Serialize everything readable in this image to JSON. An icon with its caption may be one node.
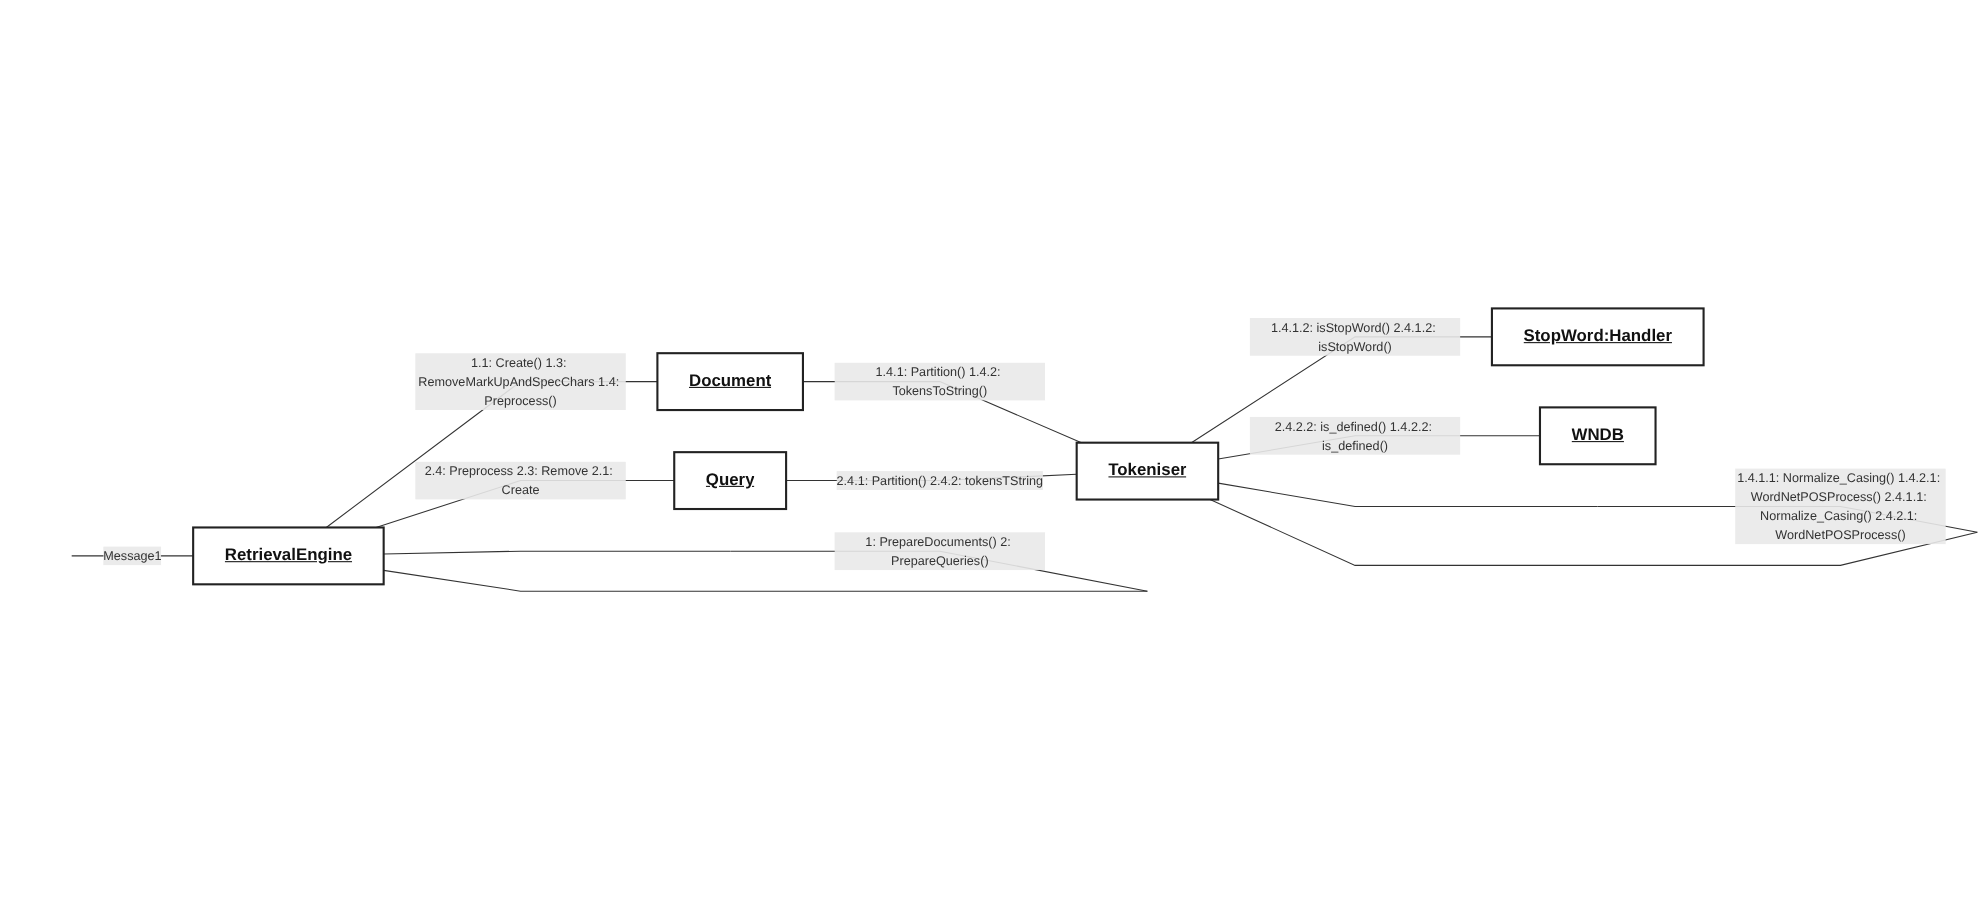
{
  "diagram": {
    "nodes": [
      {
        "text": [
          "RetrievalEngine"
        ]
      },
      {
        "text": [
          "Document"
        ]
      },
      {
        "text": [
          "Tokeniser"
        ]
      },
      {
        "text": [
          "StopWord:Handler"
        ]
      },
      {
        "text": [
          "Query"
        ]
      },
      {
        "text": [
          "WNDB"
        ]
      }
    ],
    "edges": [
      {
        "from": null,
        "to": 0,
        "arrow": "none",
        "label": "Message1"
      },
      {
        "from": 0,
        "to": 0,
        "arrow": "none",
        "label": "1: PrepareDocuments() 2: PrepareQueries()"
      },
      {
        "from": 0,
        "to": 1,
        "arrow": "none",
        "label": "1.1: Create() 1.3: RemoveMarkUpAndSpecChars 1.4: Preprocess()"
      },
      {
        "from": 1,
        "to": 2,
        "arrow": "none",
        "label": "1.4.1: Partition() 1.4.2: TokensToString()"
      },
      {
        "from": 2,
        "to": 2,
        "arrow": "none",
        "label": "1.4.1.1: Normalize_Casing() 1.4.2.1: WordNetPOSProcess() 2.4.1.1: Normalize_Casing() 2.4.2.1: WordNetPOSProcess()"
      },
      {
        "from": 2,
        "to": 3,
        "arrow": "none",
        "label": "1.4.1.2: isStopWord() 2.4.1.2: isStopWord()"
      },
      {
        "from": 0,
        "to": 4,
        "arrow": "none",
        "label": "2.4: Preprocess 2.3: Remove 2.1: Create"
      },
      {
        "from": 4,
        "to": 2,
        "arrow": "none",
        "label": "2.4.1: Partition() 2.4.2: tokensTString"
      },
      {
        "from": 2,
        "to": 5,
        "arrow": "none",
        "label": "2.4.2.2: is_defined() 1.4.2.2: is_defined()"
      }
    ]
  }
}
